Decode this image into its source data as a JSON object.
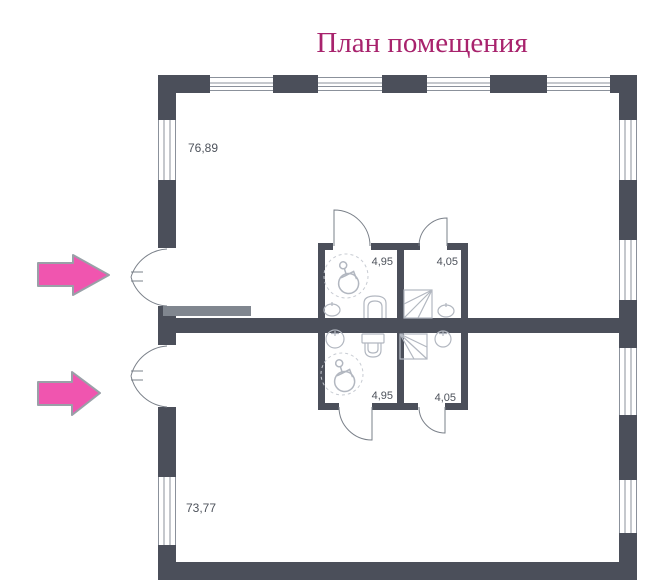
{
  "plan": {
    "title": "План помещения",
    "upper_unit": {
      "area_label": "76,89",
      "bathroom_accessible_label": "4,95",
      "bathroom_shower_label": "4,05"
    },
    "lower_unit": {
      "area_label": "73,77",
      "bathroom_accessible_label": "4,95",
      "bathroom_shower_label": "4,05"
    }
  },
  "icons": {
    "entrance_arrow": "right-arrow",
    "accessible": "wheelchair-symbol"
  },
  "colors": {
    "title": "#a8236d",
    "wall": "#4b4f5a",
    "threshold": "#80868f",
    "window": "#8b919b",
    "door": "#7a8089",
    "fixture": "#b2b7c0",
    "dash": "#c8ccd3",
    "label": "#4d525b",
    "arrow": "#f055af",
    "arrow_outline": "#9aa0a8"
  }
}
